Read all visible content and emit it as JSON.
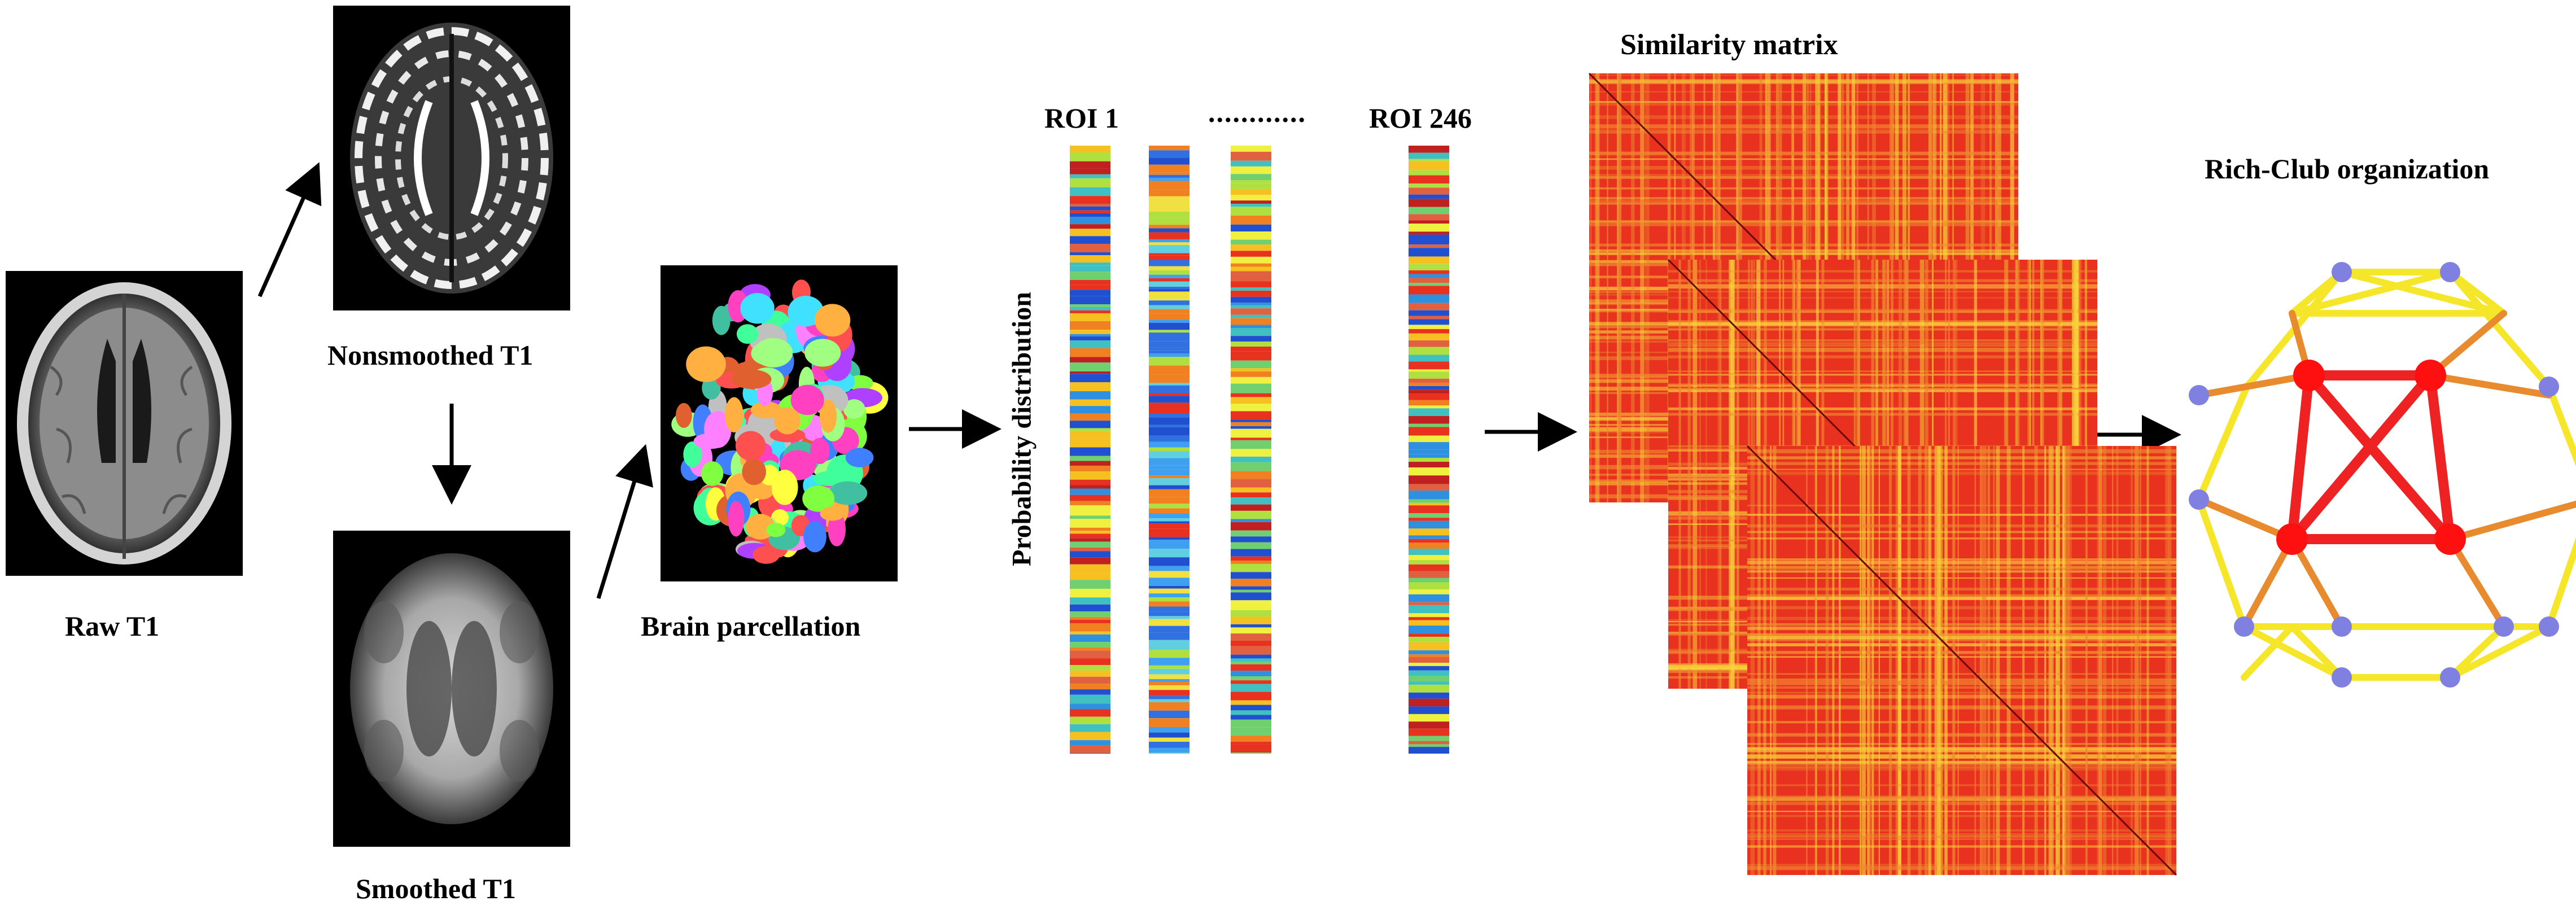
{
  "labels": {
    "raw": "Raw T1",
    "nonsmoothed": "Nonsmoothed T1",
    "smoothed": "Smoothed T1",
    "parcellation": "Brain parcellation",
    "roi_first": "ROI 1",
    "roi_dots": "............",
    "roi_last": "ROI 246",
    "prob_axis": "Probability distribution",
    "similarity": "Similarity matrix",
    "richclub": "Rich-Club organization"
  },
  "colors": {
    "arrow": "#000000",
    "matrix_base": "#e8311f",
    "matrix_light": "#f7d33a",
    "node": "#8080e0",
    "rich_node": "#ff1010",
    "rich_edge": "#ee2222",
    "feeder_edge": "#e88a2e",
    "local_edge": "#f5e62a"
  },
  "icons": [
    "raw-t1-brain-icon",
    "nonsmoothed-t1-brain-icon",
    "smoothed-t1-brain-icon",
    "parcellation-brain-icon",
    "rich-club-graph-icon"
  ]
}
